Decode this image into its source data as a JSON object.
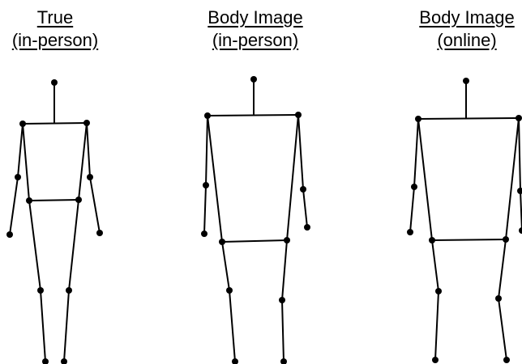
{
  "panels": [
    {
      "id": "true-in-person",
      "title_line1": "True",
      "title_line2": "(in-person)"
    },
    {
      "id": "body-image-in-person",
      "title_line1": "Body Image",
      "title_line2": "(in-person)"
    },
    {
      "id": "body-image-online",
      "title_line1": "Body Image",
      "title_line2": "(online)"
    }
  ],
  "colors": {
    "ink": "#000000",
    "background": "#ffffff"
  }
}
